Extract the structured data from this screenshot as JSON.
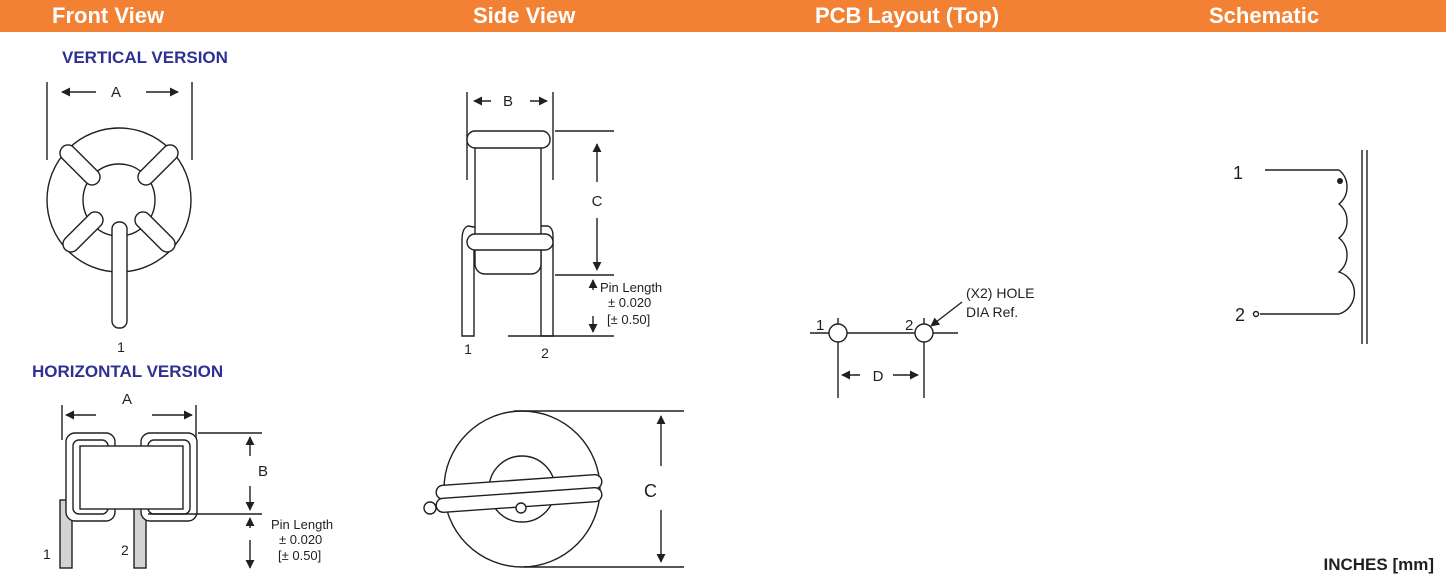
{
  "headers": {
    "front_view": "Front  View",
    "side_view": "Side View",
    "pcb_layout": "PCB Layout (Top)",
    "schematic": "Schematic"
  },
  "versions": {
    "vertical": "VERTICAL VERSION",
    "horizontal": "HORIZONTAL  VERSION"
  },
  "dimensions": {
    "a": "A",
    "b": "B",
    "c": "C",
    "d": "D"
  },
  "pins": {
    "one": "1",
    "two": "2"
  },
  "pin_length": {
    "label": "Pin Length",
    "tol_in": "± 0.020",
    "tol_mm": "[± 0.50]"
  },
  "pcb": {
    "hole_line1": "(X2) HOLE",
    "hole_line2": "DIA Ref."
  },
  "units": "INCHES [mm]",
  "colors": {
    "header": "#f28134",
    "version_label": "#2e3192",
    "ink": "#231f20",
    "pin_fill": "#d1d3d4"
  }
}
